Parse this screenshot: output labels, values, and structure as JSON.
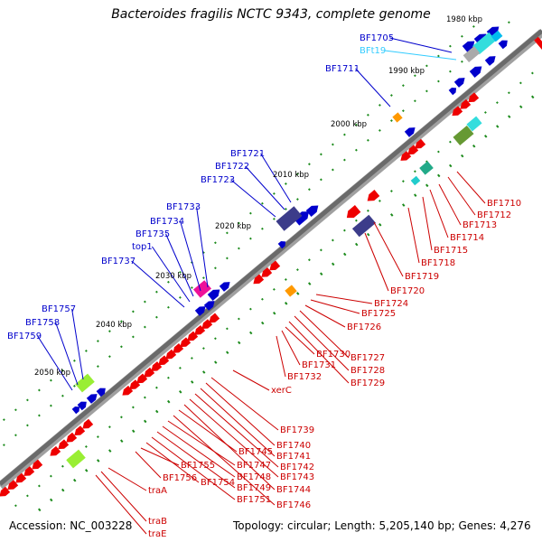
{
  "title": "Bacteroides fragilis NCTC 9343, complete genome",
  "accession": "Accession: NC_003228",
  "topology": "Topology: circular; Length: 5,205,140 bp; Genes: 4,276",
  "colors": {
    "forward_gene": "#0000cc",
    "reverse_gene": "#ee0000",
    "forward_label": "#0000cc",
    "reverse_label": "#cc0000",
    "rna_label": "#33ccff",
    "backbone": "#6a6a6a",
    "tick": "#1b8a1b"
  },
  "kbp_markers": [
    "1980 kbp",
    "1990 kbp",
    "2000 kbp",
    "2010 kbp",
    "2020 kbp",
    "2030 kbp",
    "2040 kbp",
    "2050 kbp"
  ],
  "forward_labels": [
    "BF1705",
    "BFt19",
    "BF1711",
    "BF1721",
    "BF1722",
    "BF1723",
    "BF1733",
    "BF1734",
    "BF1735",
    "top1",
    "BF1737",
    "BF1757",
    "BF1758",
    "BF1759"
  ],
  "reverse_labels": [
    "BF1710",
    "BF1712",
    "BF1713",
    "BF1714",
    "BF1715",
    "BF1718",
    "BF1719",
    "BF1720",
    "BF1724",
    "BF1725",
    "BF1726",
    "BF1727",
    "BF1728",
    "BF1729",
    "BF1730",
    "BF1731",
    "BF1732",
    "xerC",
    "BF1739",
    "BF1740",
    "BF1741",
    "BF1742",
    "BF1743",
    "BF1744",
    "BF1745",
    "BF1746",
    "BF1747",
    "BF1748",
    "BF1749",
    "BF1751",
    "BF1754",
    "BF1755",
    "BF1756",
    "traA",
    "traB",
    "traE"
  ]
}
